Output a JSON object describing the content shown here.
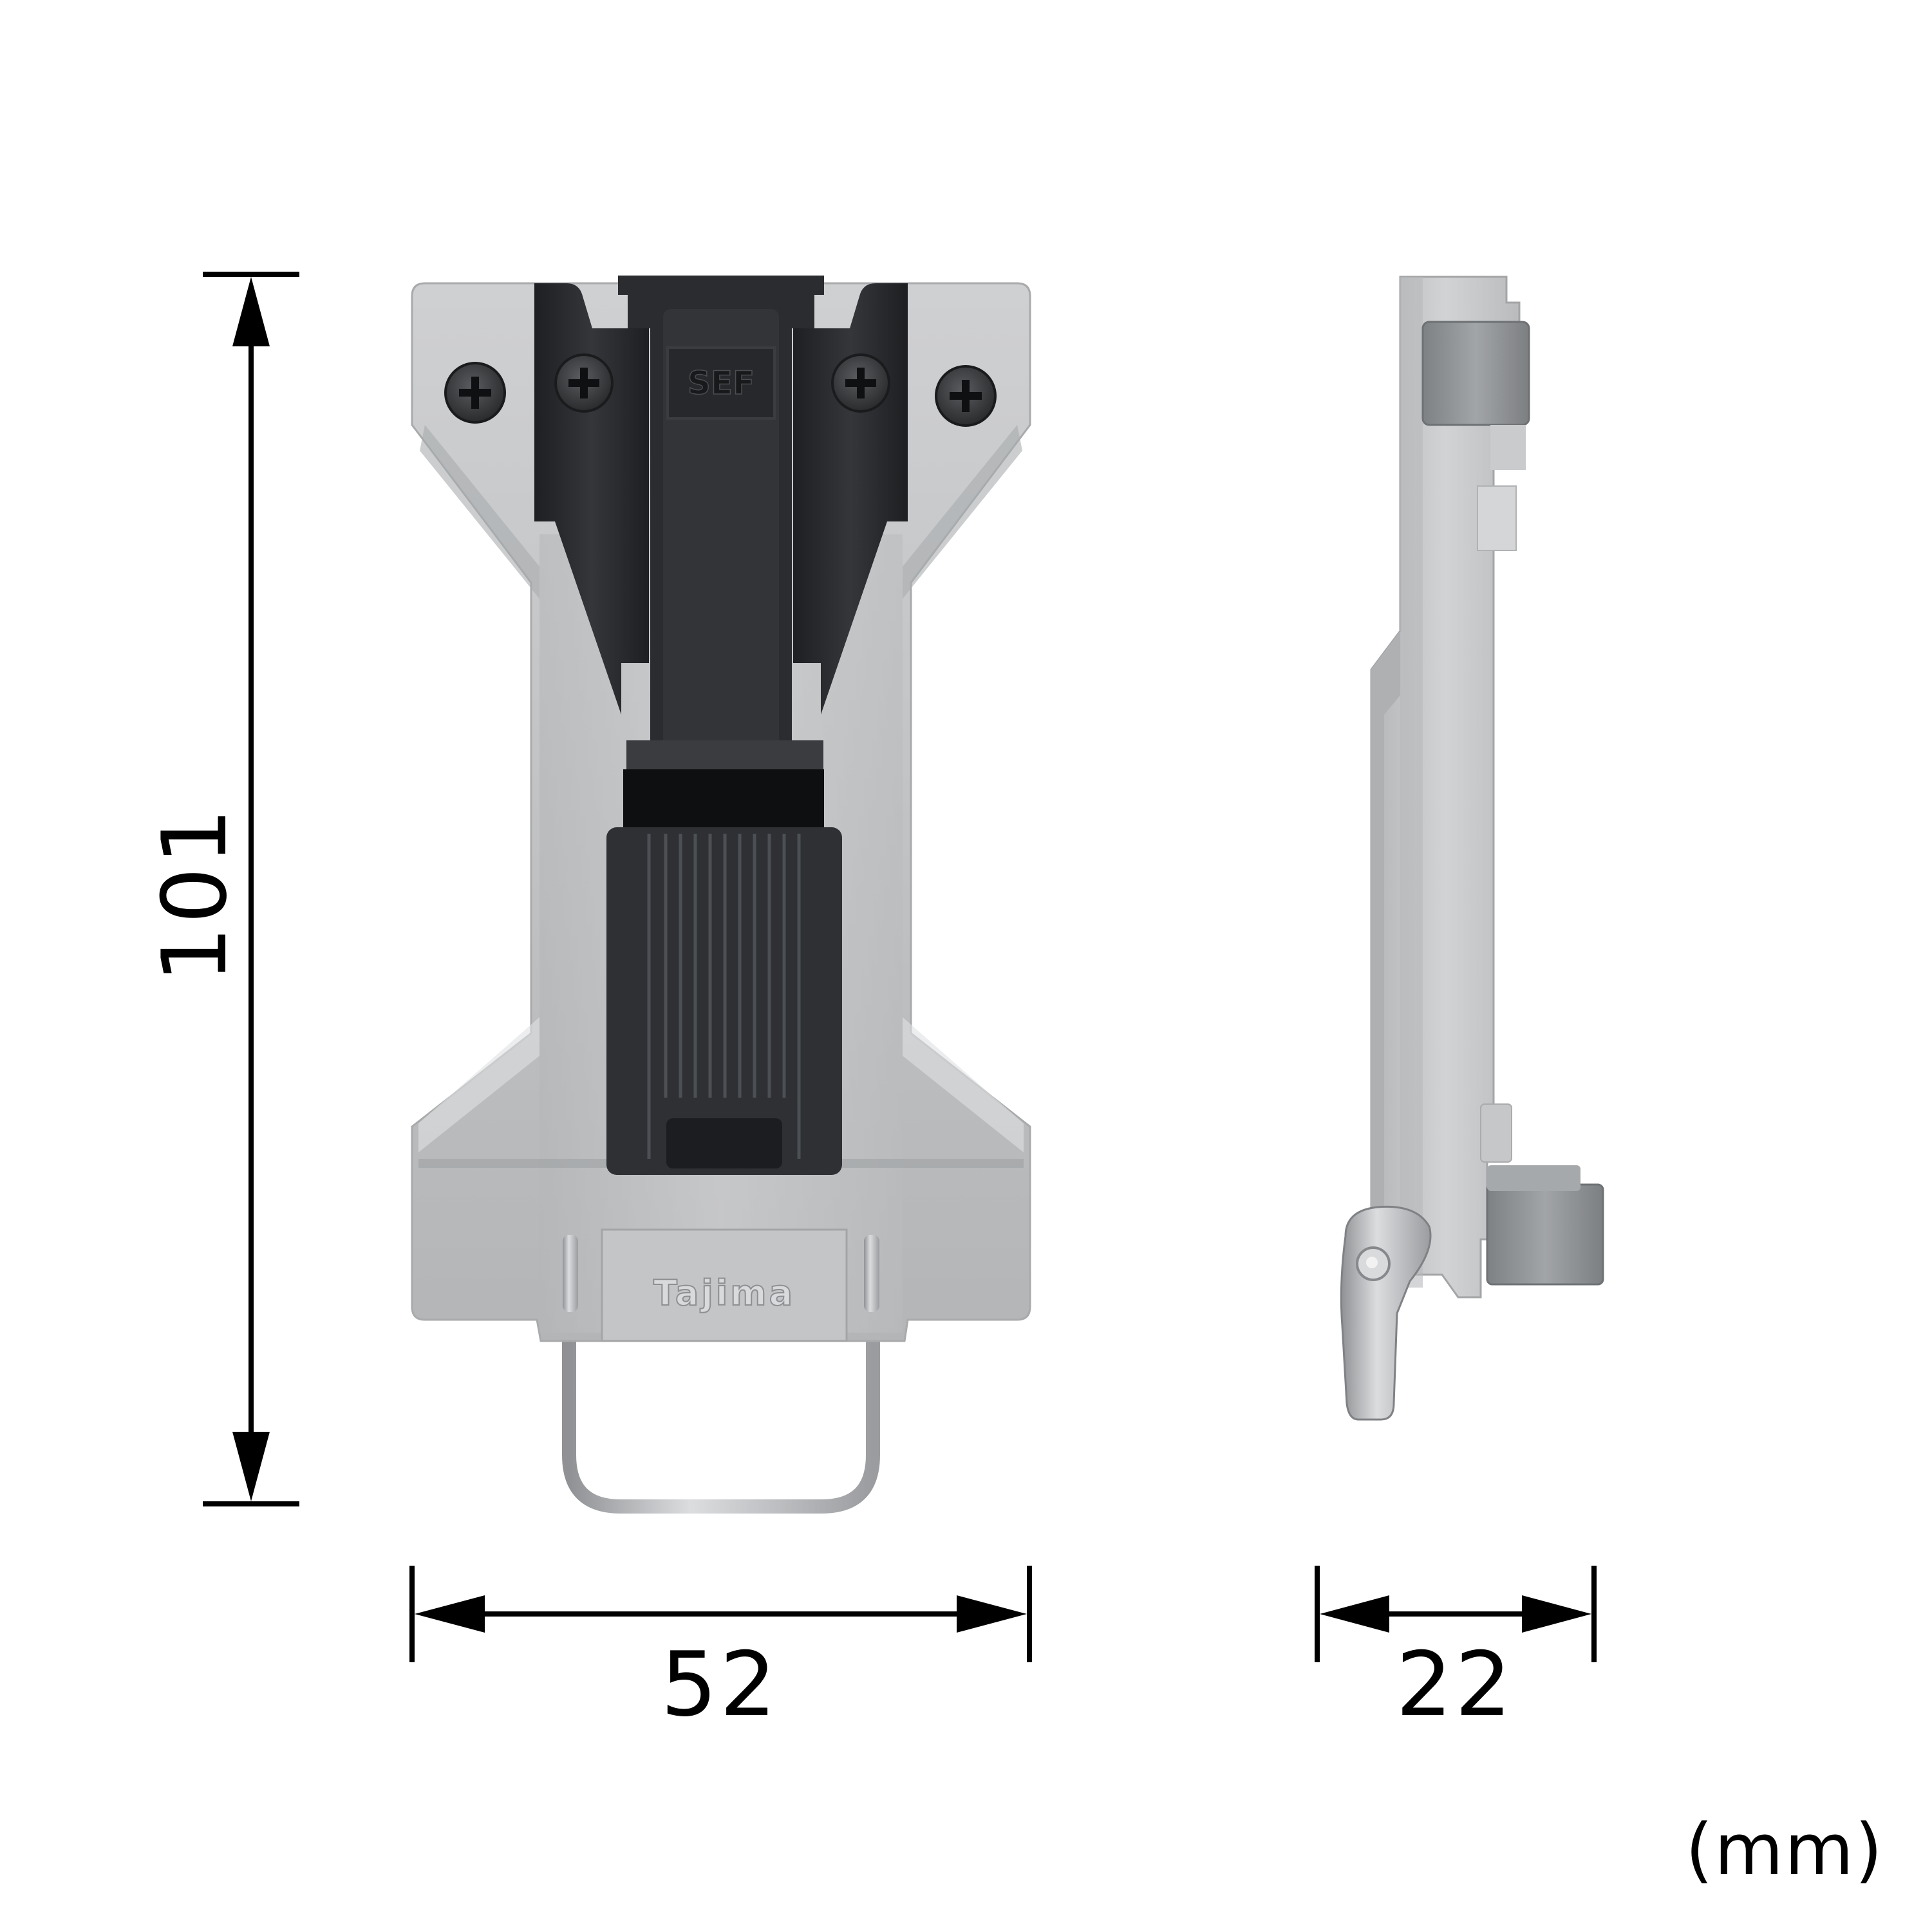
{
  "figure": {
    "type": "product dimension drawing",
    "views": [
      "front",
      "side"
    ],
    "unit_label": "(mm)"
  },
  "dimensions": {
    "height": {
      "value": "101",
      "orientation": "vertical"
    },
    "width": {
      "value": "52",
      "orientation": "horizontal"
    },
    "depth": {
      "value": "22",
      "orientation": "horizontal"
    }
  },
  "product": {
    "brand_mark": "Tajima",
    "badge_mark": "SEF",
    "colors": {
      "aluminum": "#c4c6c8",
      "aluminum_shadow": "#9a9c9f",
      "aluminum_highlight": "#e2e3e4",
      "black_plastic": "#2b2d30",
      "black_plastic_dark": "#16171a",
      "steel_ring": "#b9bbbd",
      "grey_clip": "#8e9193",
      "dimension_line": "#000000",
      "background": "#ffffff"
    }
  }
}
